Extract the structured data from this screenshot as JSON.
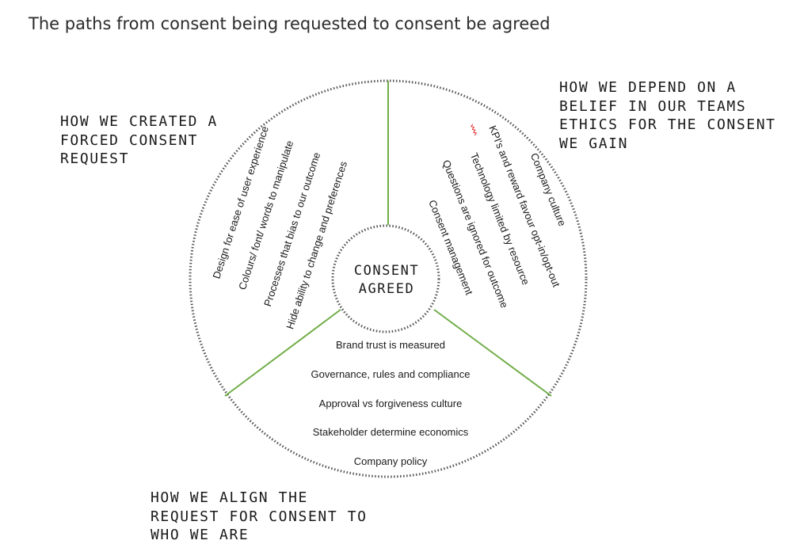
{
  "title": "The paths from consent being requested to consent be agreed",
  "center": {
    "line1": "CONSENT",
    "line2": "AGREED"
  },
  "sections": {
    "top_left": {
      "heading": [
        "HOW WE CREATED A",
        "FORCED CONSENT",
        "REQUEST"
      ],
      "items": [
        "Design for ease of user experience",
        "Colours/ font/ words to manipulate",
        "Processes that bias to our outcome",
        "Hide ability to change and preferences"
      ]
    },
    "top_right": {
      "heading": [
        "HOW WE DEPEND ON A",
        "BELIEF IN OUR TEAMS",
        "ETHICS FOR THE CONSENT",
        "WE GAIN"
      ],
      "items": [
        "Company culture",
        "KPI's and reward favour opt-in/opt-out",
        "Technology limited by resource",
        "Questions are ignored for outcome",
        "Consent management"
      ]
    },
    "bottom": {
      "heading": [
        "HOW WE ALIGN THE",
        "REQUEST FOR CONSENT TO",
        "WHO WE ARE"
      ],
      "items": [
        "Brand trust is measured",
        "Governance, rules and compliance",
        "Approval vs forgiveness culture",
        "Stakeholder determine economics",
        "Company policy"
      ]
    }
  },
  "colors": {
    "divider": "#70ad47",
    "border": "#555555",
    "squiggle": "#e03030"
  }
}
